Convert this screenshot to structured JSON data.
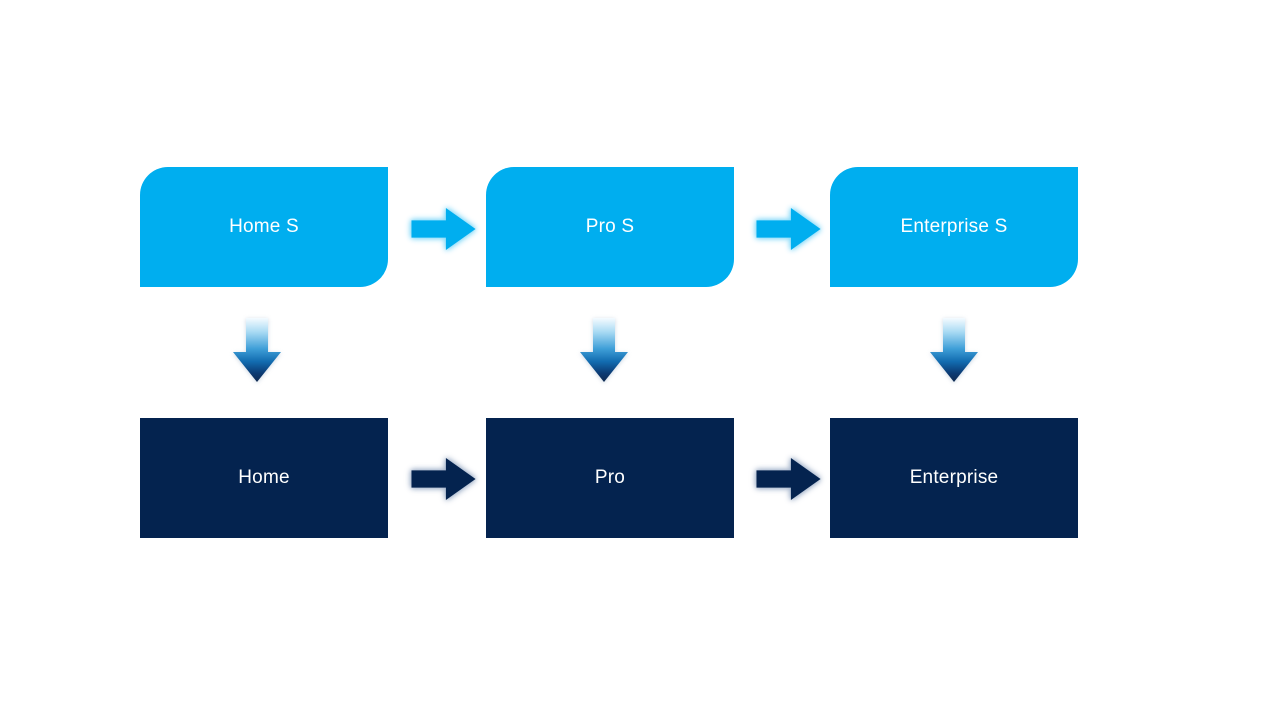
{
  "diagram": {
    "description": "Two-row flow diagram: S-mode editions on top mapping down to standard editions, each row flowing left to right",
    "columns": [
      {
        "top_label": "Home S",
        "bottom_label": "Home"
      },
      {
        "top_label": "Pro S",
        "bottom_label": "Pro"
      },
      {
        "top_label": "Enterprise S",
        "bottom_label": "Enterprise"
      }
    ],
    "right_arrow_icon": "block-arrow-right",
    "down_arrow_icon": "block-arrow-down",
    "colors": {
      "top_fill": "#00AEEF",
      "bottom_fill": "#04234F",
      "label_text": "#FFFFFF",
      "top_arrow_glow": "#8EDCF9",
      "bottom_arrow_glow": "#A9B8CE",
      "down_gradient": [
        "#F5FBFF",
        "#A8DAF3",
        "#3F9FD8",
        "#126CB0",
        "#0B3B74",
        "#10294F"
      ]
    }
  }
}
